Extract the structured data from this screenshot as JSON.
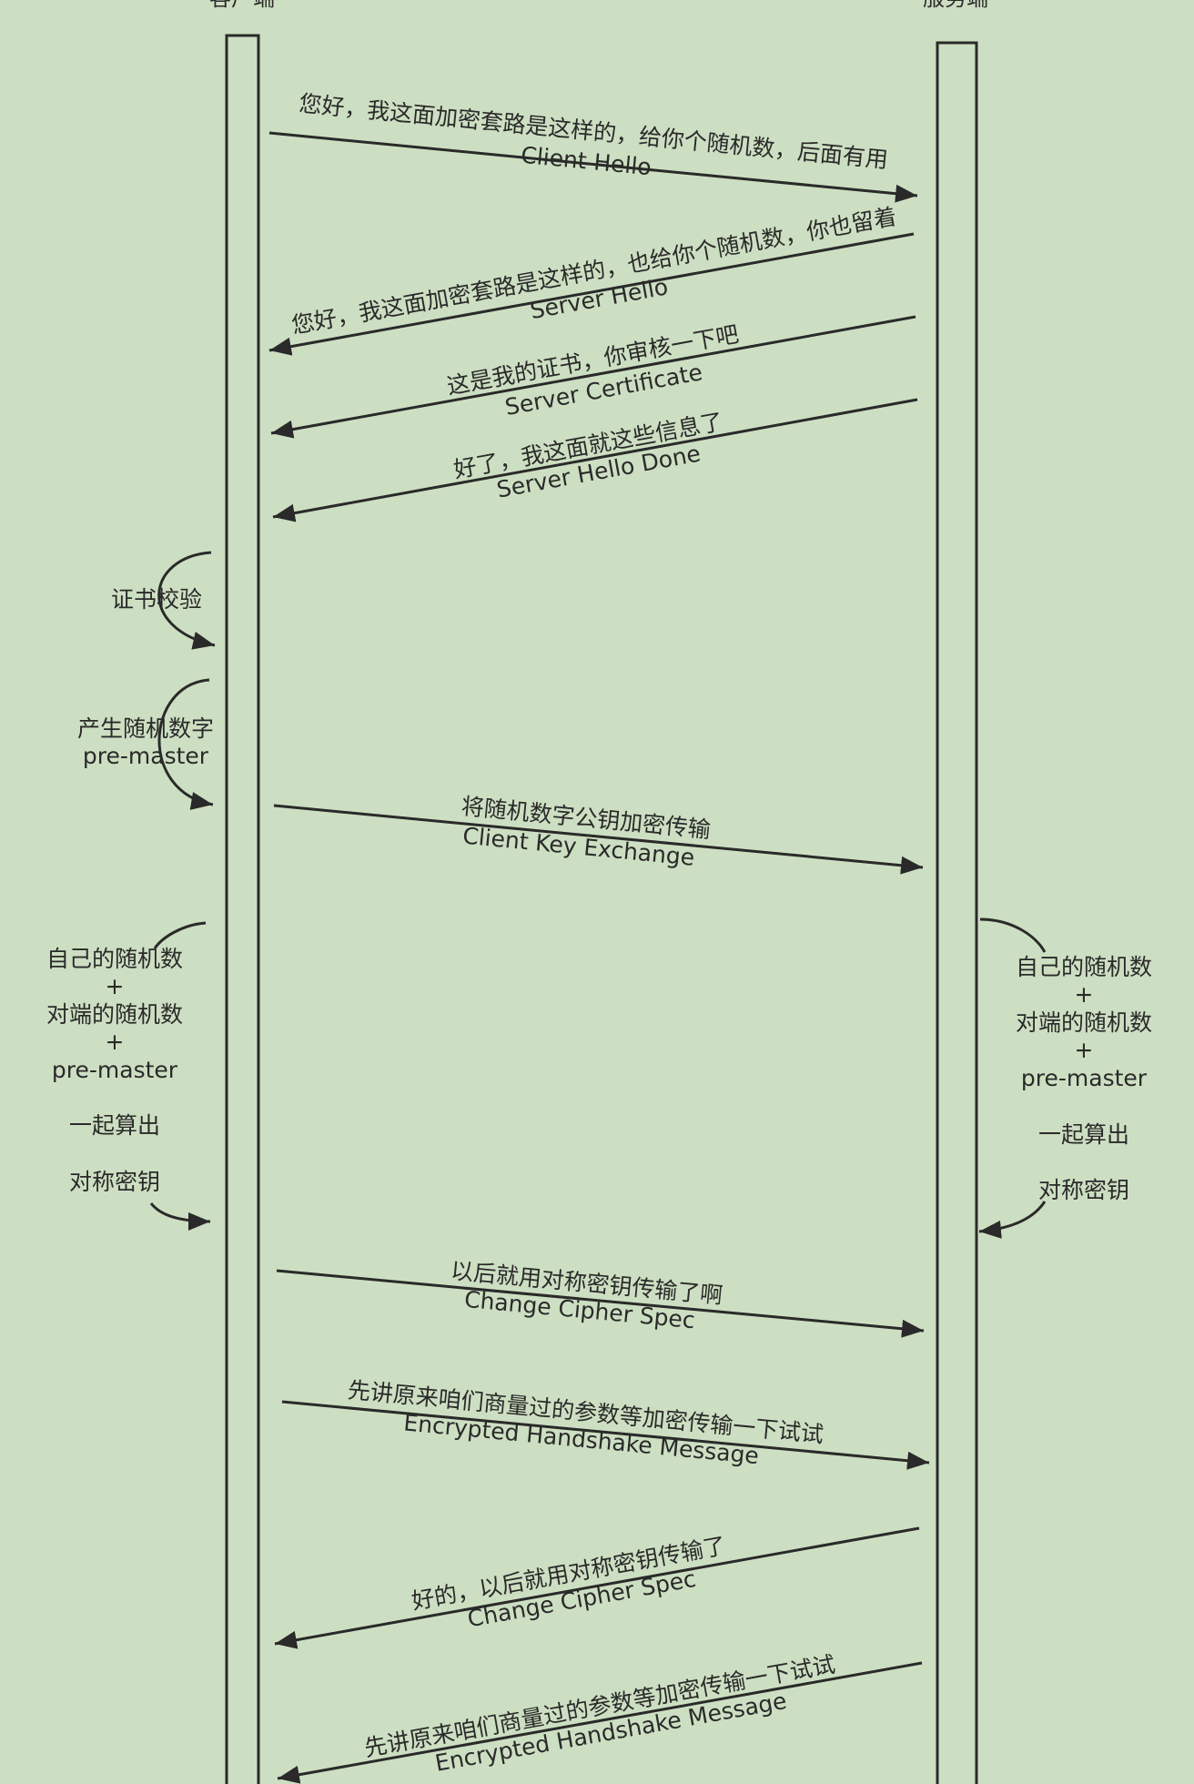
{
  "actors": {
    "client": "客户端",
    "server": "服务端"
  },
  "messages": [
    {
      "zh": "您好，我这面加密套路是这样的，给你个随机数，后面有用",
      "en": "Client Hello"
    },
    {
      "zh": "您好，我这面加密套路是这样的，也给你个随机数，你也留着",
      "en": "Server Hello"
    },
    {
      "zh": "这是我的证书，你审核一下吧",
      "en": "Server Certificate"
    },
    {
      "zh": "好了，我这面就这些信息了",
      "en": "Server Hello Done"
    },
    {
      "zh": "将随机数字公钥加密传输",
      "en": "Client Key Exchange"
    },
    {
      "zh": "以后就用对称密钥传输了啊",
      "en": "Change Cipher Spec"
    },
    {
      "zh": "先讲原来咱们商量过的参数等加密传输一下试试",
      "en": "Encrypted Handshake Message"
    },
    {
      "zh": "好的，以后就用对称密钥传输了",
      "en": "Change Cipher Spec"
    },
    {
      "zh": "先讲原来咱们商量过的参数等加密传输一下试试",
      "en": "Encrypted Handshake Message"
    }
  ],
  "client_notes": {
    "cert_check": "证书校验",
    "gen_random": "产生随机数字",
    "gen_random_sub": "pre-master",
    "compute": [
      "自己的随机数",
      "+",
      "对端的随机数",
      "+",
      "pre-master",
      "一起算出",
      "对称密钥"
    ]
  },
  "server_notes": {
    "compute": [
      "自己的随机数",
      "+",
      "对端的随机数",
      "+",
      "pre-master",
      "一起算出",
      "对称密钥"
    ]
  }
}
